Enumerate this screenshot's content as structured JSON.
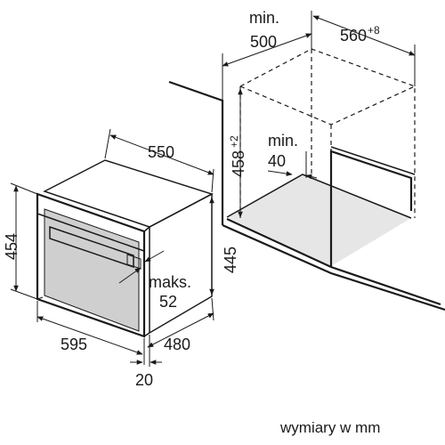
{
  "labels": {
    "cab_height": "458",
    "cab_height_tol": "+2",
    "cab_width_min_line1": "min.",
    "cab_width_min_line2": "500",
    "cab_depth": "560",
    "cab_depth_tol": "+8",
    "back_gap_line1": "min.",
    "back_gap_line2": "40",
    "oven_depth_top": "550",
    "oven_height_front": "454",
    "oven_height_body": "445",
    "handle_line1": "maks.",
    "handle_line2": "52",
    "oven_width": "595",
    "oven_depth_bottom": "480",
    "front_panel": "20"
  },
  "note": "wymiary w mm",
  "colors": {
    "line": "#1a1a1a",
    "shade": "#e6e6e6",
    "oven_fill": "#d9d9d9",
    "background": "#ffffff"
  }
}
